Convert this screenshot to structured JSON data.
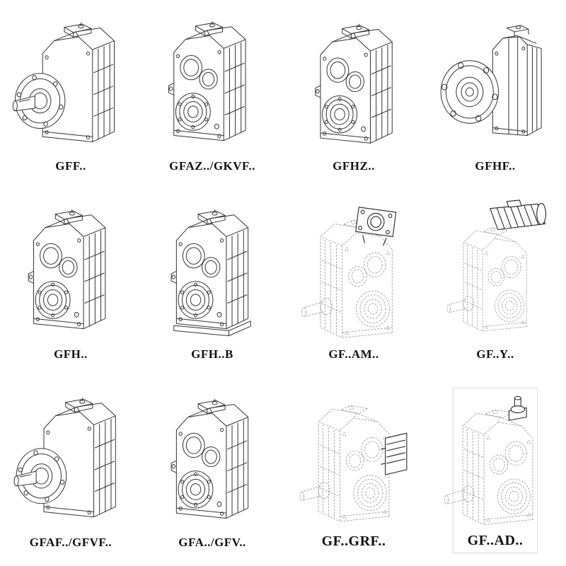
{
  "page": {
    "background": "#ffffff",
    "line_color": "#333333",
    "phantom_line_color": "#8f8f8f"
  },
  "products": [
    {
      "label": "GFF.."
    },
    {
      "label": "GFAZ../GKVF.."
    },
    {
      "label": "GFHZ.."
    },
    {
      "label": "GFHF.."
    },
    {
      "label": "GFH.."
    },
    {
      "label": "GFH..B"
    },
    {
      "label": "GF..AM.."
    },
    {
      "label": "GF..Y.."
    },
    {
      "label": "GFAF../GFVF.."
    },
    {
      "label": "GFA../GFV.."
    },
    {
      "label": "GF..GRF.."
    },
    {
      "label": "GF..AD.."
    }
  ]
}
